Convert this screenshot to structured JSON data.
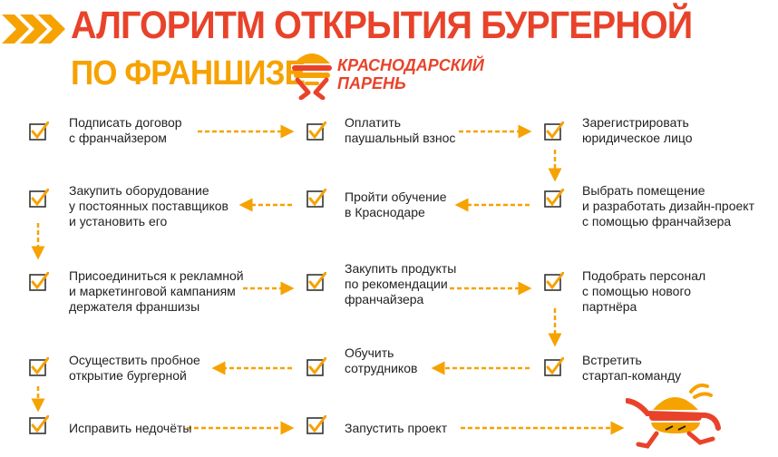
{
  "header": {
    "title_line1": "АЛГОРИТМ ОТКРЫТИЯ БУРГЕРНОЙ",
    "title_line2": "ПО ФРАНШИЗЕ",
    "brand_line1": "КРАСНОДАРСКИЙ",
    "brand_line2": "ПАРЕНЬ"
  },
  "steps": [
    {
      "text": "Подписать договор\nс франчайзером"
    },
    {
      "text": "Оплатить\nпаушальный взнос"
    },
    {
      "text": "Зарегистрировать\nюридическое лицо"
    },
    {
      "text": "Выбрать помещение\nи разработать дизайн-проект\nс помощью франчайзера"
    },
    {
      "text": "Пройти обучение\nв Краснодаре"
    },
    {
      "text": "Закупить оборудование\nу постоянных поставщиков\nи установить его"
    },
    {
      "text": "Присоединиться к рекламной\nи маркетинговой кампаниям\nдержателя франшизы"
    },
    {
      "text": "Закупить продукты\nпо рекомендации\nфранчайзера"
    },
    {
      "text": "Подобрать персонал\nс помощью нового\nпартнёра"
    },
    {
      "text": "Встретить\nстартап-команду"
    },
    {
      "text": "Обучить\nсотрудников"
    },
    {
      "text": "Осуществить пробное\nоткрытие бургерной"
    },
    {
      "text": "Исправить недочёты"
    },
    {
      "text": "Запустить проект"
    }
  ],
  "colors": {
    "accent_red": "#e8432a",
    "accent_orange": "#f6a200",
    "check_box": "#333333"
  },
  "icons": [
    "chevrons-icon",
    "burger-logo-icon",
    "checkbox-icon",
    "arrow-icon",
    "mascot-icon"
  ]
}
